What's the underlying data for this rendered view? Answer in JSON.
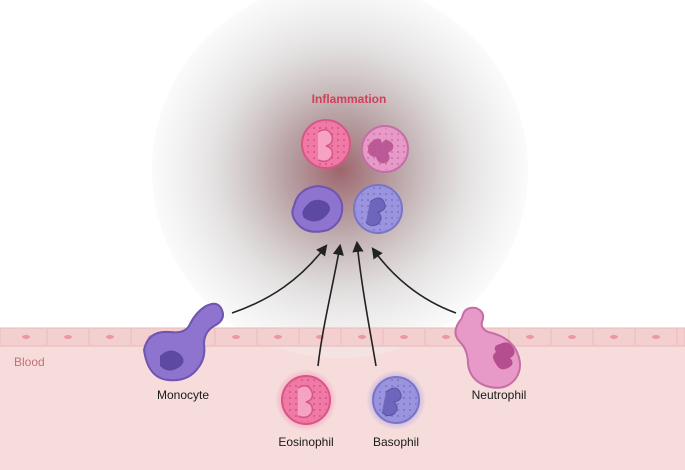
{
  "title": "Inflammation",
  "region_label": "Blood",
  "migrating_cells": {
    "monocyte": "Monocyte",
    "eosinophil": "Eosinophil",
    "basophil": "Basophil",
    "neutrophil": "Neutrophil"
  },
  "colors": {
    "inflammation_title": "#d0405a",
    "tissue": "#f7dcdc",
    "tissue_border": "#e8b8b8",
    "blood_label": "#c2707a",
    "eosinophil": "#f07aa5",
    "neutrophil": "#e79ac8",
    "monocyte": "#8e74cf",
    "basophil": "#9a94de",
    "arrow": "#222222"
  }
}
